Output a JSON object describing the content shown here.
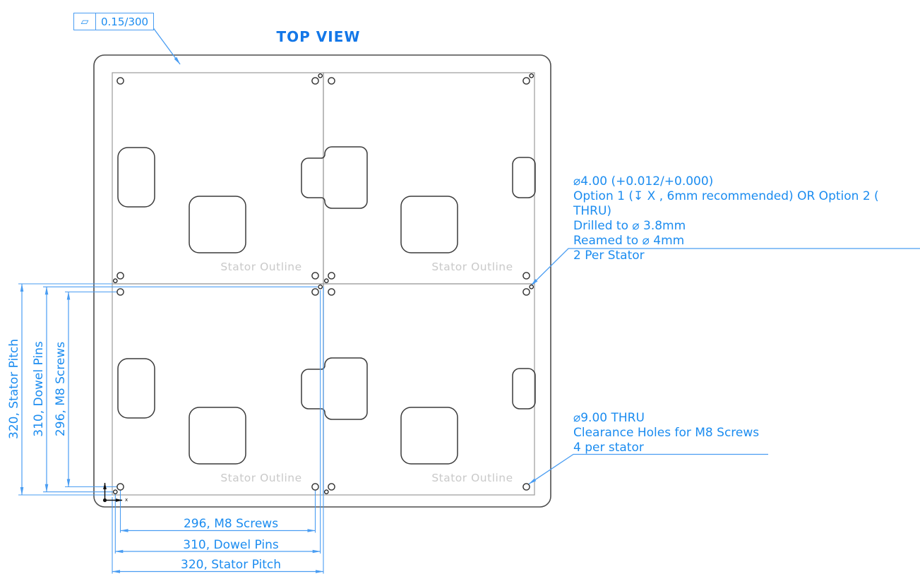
{
  "title": "TOP VIEW",
  "tolerance_frame": {
    "symbol": "▱",
    "value": "0.15/300"
  },
  "stator_labels": [
    "Stator Outline",
    "Stator Outline",
    "Stator Outline",
    "Stator Outline"
  ],
  "dimensions": {
    "left": [
      {
        "label": "320, Stator Pitch"
      },
      {
        "label": "310, Dowel Pins"
      },
      {
        "label": "296, M8 Screws"
      }
    ],
    "bottom": [
      {
        "label": "296, M8 Screws"
      },
      {
        "label": "310, Dowel Pins"
      },
      {
        "label": "320, Stator Pitch"
      }
    ]
  },
  "notes": {
    "dowel_pin_note": {
      "lines": [
        "⌀4.00 (+0.012/+0.000)",
        "Option 1 (↧ X , 6mm recommended) OR Option 2 ( THRU)",
        "Drilled to ⌀ 3.8mm",
        "Reamed to ⌀ 4mm",
        "2 Per Stator"
      ]
    },
    "clearance_note": {
      "lines": [
        "⌀9.00 THRU",
        "Clearance Holes for M8 Screws",
        "4 per stator"
      ]
    }
  },
  "origin_triad": {
    "x_label": "x"
  },
  "colors": {
    "dimension_text_blue": "#1b8cf0",
    "dimension_line_blue": "#4a9df2",
    "title_blue": "#1377e8",
    "stator_gray": "#9b9b9b",
    "cutout_dark": "#3a3a3a",
    "plate_dark": "#4d4d4d",
    "stator_label_gray": "#c9c9c9"
  }
}
